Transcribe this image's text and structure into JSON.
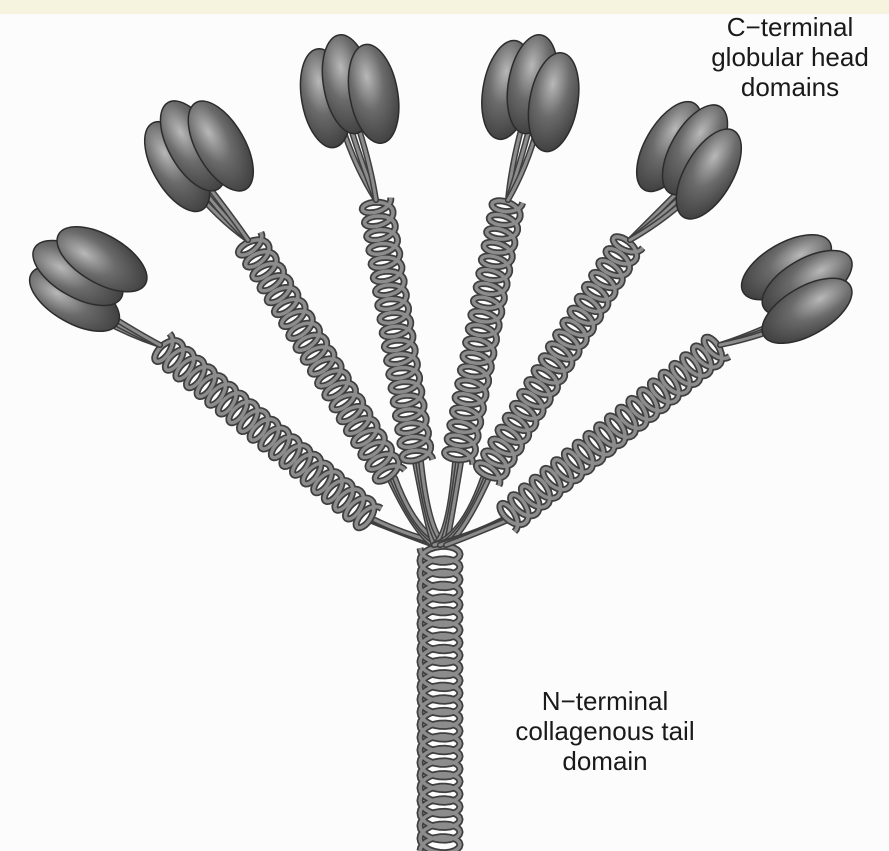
{
  "labels": {
    "c_terminal": [
      "C−terminal",
      "globular head",
      "domains"
    ],
    "n_terminal": [
      "N−terminal",
      "collagenous tail",
      "domain"
    ]
  },
  "colors": {
    "background": "#fcfcfc",
    "top_band": "#f6f3df",
    "coil_stroke": "#3f3f3f",
    "coil_fill": "#8c8c8c",
    "head_dark": "#3a3a3a",
    "head_mid": "#6b6b6b",
    "head_light": "#b8b8b8",
    "text": "#1a1a1a"
  }
}
